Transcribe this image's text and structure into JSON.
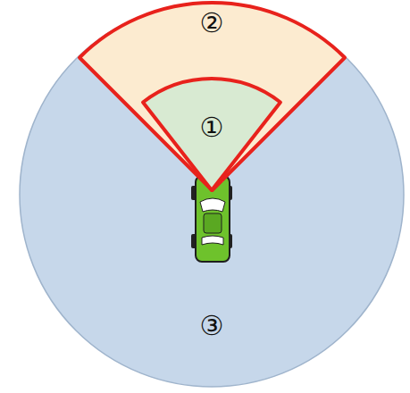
{
  "diagram": {
    "nodes": [
      {
        "text": [
          "②"
        ]
      },
      {
        "text": [
          "①"
        ],
        "in": 0
      },
      {
        "text": [
          "③"
        ]
      }
    ]
  }
}
